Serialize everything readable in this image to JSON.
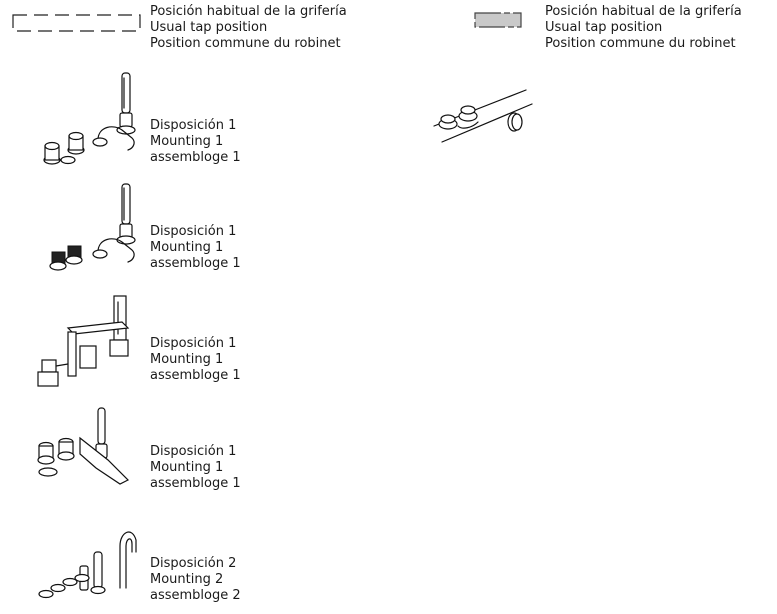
{
  "legends": [
    {
      "icon": "dashed-rectangle-icon",
      "lines": [
        "Posición habitual de la grifería",
        "Usual tap position",
        "Position commune du robinet"
      ]
    },
    {
      "icon": "grey-rectangle-icon",
      "color": "#c9c9c9",
      "lines": [
        "Posición habitual de la grifería",
        "Usual tap position",
        "Position commune du robinet"
      ]
    }
  ],
  "entries": [
    {
      "icon": "bath-mixer-round-handles-icon",
      "lines": [
        "Disposición 1",
        "Mounting 1",
        "assembloge 1"
      ]
    },
    {
      "icon": "bath-mixer-knurled-handles-icon",
      "lines": [
        "Disposición 1",
        "Mounting 1",
        "assembloge 1"
      ]
    },
    {
      "icon": "bath-mixer-square-icon",
      "lines": [
        "Disposición 1",
        "Mounting 1",
        "assembloge 1"
      ]
    },
    {
      "icon": "bath-mixer-cascade-spout-icon",
      "lines": [
        "Disposición 1",
        "Mounting 1",
        "assembloge 1"
      ]
    },
    {
      "icon": "bath-mixer-swan-neck-icon",
      "lines": [
        "Disposición 2",
        "Mounting 2",
        "assembloge 2"
      ]
    }
  ],
  "side_diagram": {
    "icon": "deck-mounted-controls-icon"
  }
}
